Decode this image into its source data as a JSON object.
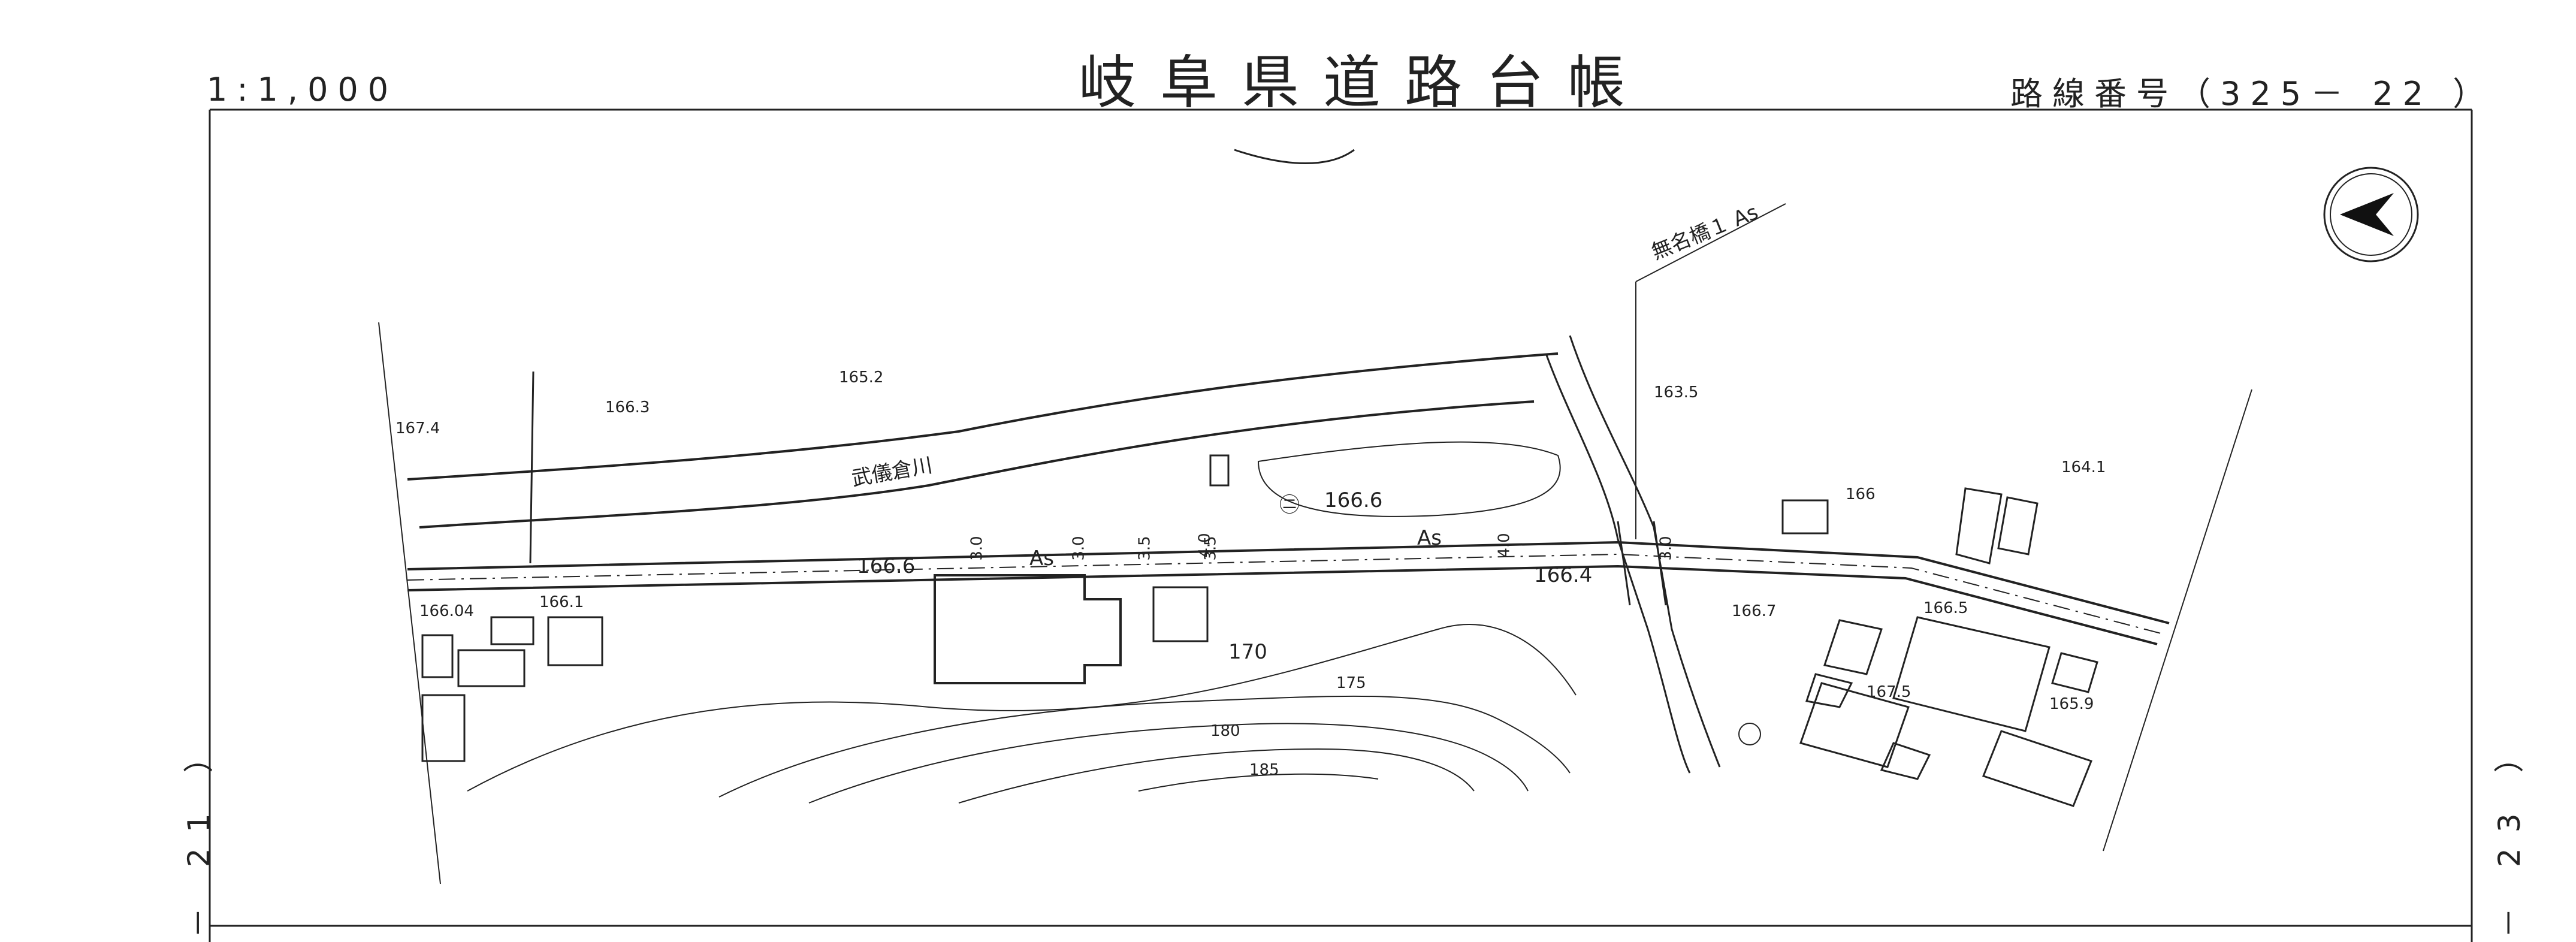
{
  "header": {
    "title": "岐阜県道路台帳",
    "scale": "1:1,000",
    "route_number": "路線番号（325－ 22 ）"
  },
  "sheet_refs": {
    "left": "－ 21 ）",
    "right": "－ 23 ）"
  },
  "map_labels": {
    "river": "武儀倉川",
    "bridge": "無名橋１ As",
    "pavement_main": "As",
    "pavement_west": "As",
    "elev_1666_center": "166.6",
    "elev_1666_west": "166.6",
    "elev_1664": "166.4",
    "elev_1663": "166.3",
    "elev_1652": "165.2",
    "elev_1674": "167.4",
    "elev_16604": "166.04",
    "elev_1661": "166.1",
    "elev_1635": "163.5",
    "elev_166_east": "166",
    "elev_1641": "164.1",
    "elev_1667": "166.7",
    "elev_1665": "166.5",
    "elev_1675": "167.5",
    "elev_1659": "165.9",
    "contour_170": "170",
    "contour_175": "175",
    "contour_180": "180",
    "contour_185": "185",
    "empty_lot": "㊁",
    "widths": [
      "3.0",
      "3.0",
      "3.5",
      "4.0",
      "3.5",
      "4.0",
      "3.0"
    ]
  },
  "icons": {
    "north_arrow": "north-arrow-icon",
    "well": "well-icon"
  }
}
